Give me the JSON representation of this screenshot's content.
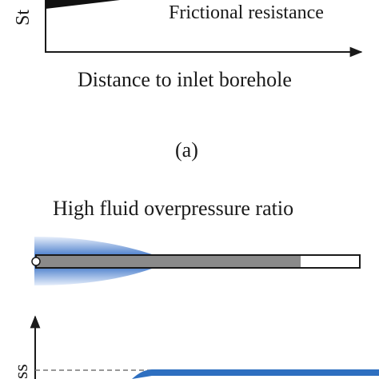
{
  "panel_top": {
    "y_axis_label_fragment": "St",
    "curve_label": "Frictional resistance",
    "x_axis_label": "Distance to inlet borehole",
    "panel_label": "(a)"
  },
  "panel_bottom": {
    "title": "High fluid overpressure ratio",
    "y_axis_label_fragment": "ss",
    "borehole_fill_fraction": 0.82
  },
  "colors": {
    "fluid_blue": "#1f5fbf",
    "fluid_light": "#e6eefb",
    "rock_gray": "#8a8a8a",
    "axis": "#1a1a1a",
    "dashed": "#777777",
    "stress_blue": "#2e6fc0"
  }
}
